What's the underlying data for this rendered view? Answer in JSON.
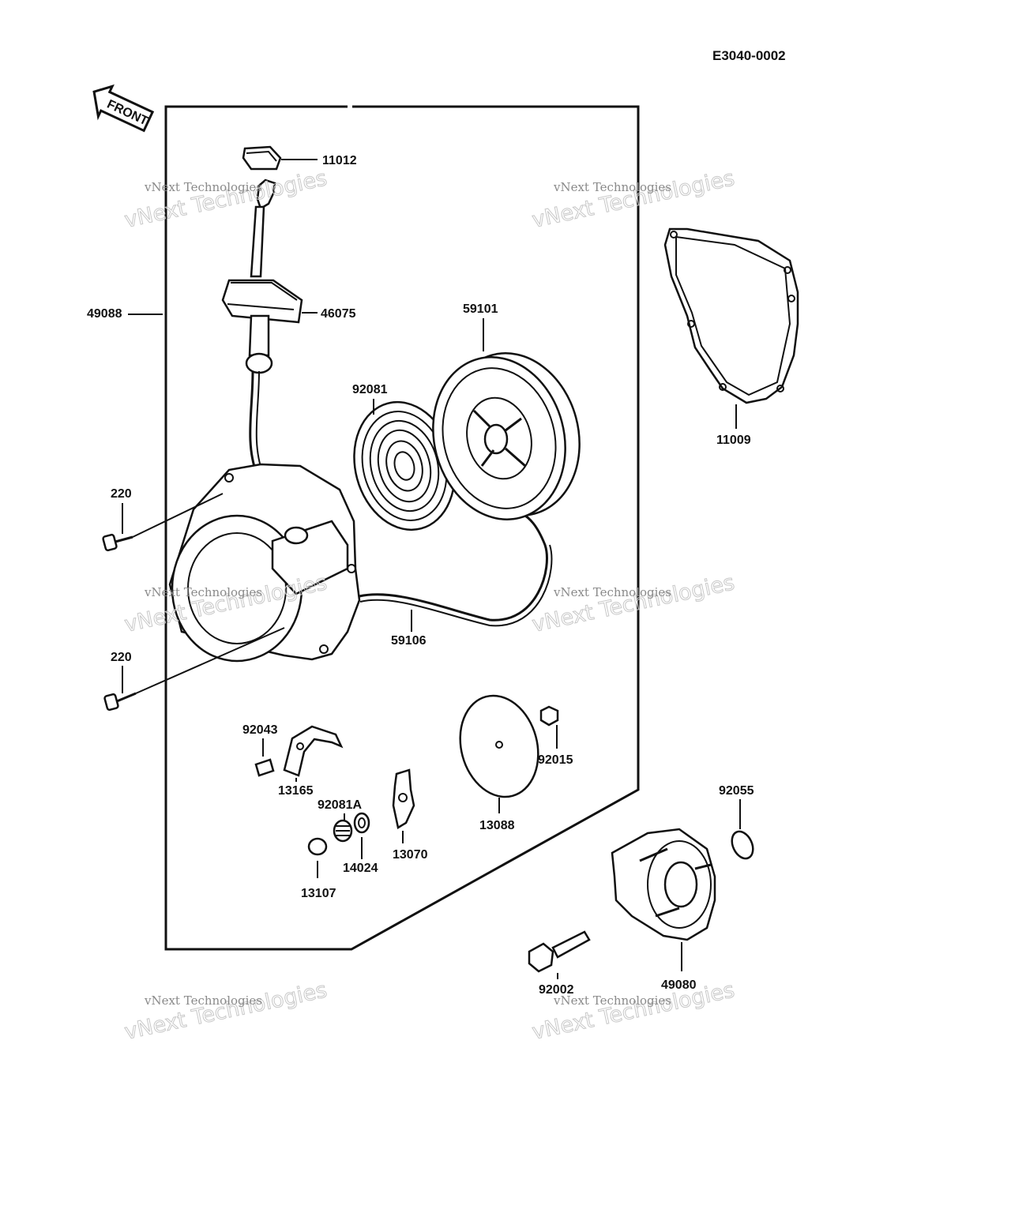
{
  "diagram": {
    "reference_code": "E3040-0002",
    "front_label": "FRONT",
    "watermark": {
      "line1": "vNext Technologies",
      "line2": "vNext Technologies"
    },
    "parts": [
      {
        "id": "p11012",
        "number": "11012"
      },
      {
        "id": "p46075",
        "number": "46075"
      },
      {
        "id": "p49088",
        "number": "49088"
      },
      {
        "id": "p59101",
        "number": "59101"
      },
      {
        "id": "p92081",
        "number": "92081"
      },
      {
        "id": "p11009",
        "number": "11009"
      },
      {
        "id": "p220a",
        "number": "220"
      },
      {
        "id": "p220b",
        "number": "220"
      },
      {
        "id": "p59106",
        "number": "59106"
      },
      {
        "id": "p92043",
        "number": "92043"
      },
      {
        "id": "p13165",
        "number": "13165"
      },
      {
        "id": "p92081A",
        "number": "92081A"
      },
      {
        "id": "p14024",
        "number": "14024"
      },
      {
        "id": "p13107",
        "number": "13107"
      },
      {
        "id": "p13070",
        "number": "13070"
      },
      {
        "id": "p13088",
        "number": "13088"
      },
      {
        "id": "p92015",
        "number": "92015"
      },
      {
        "id": "p92055",
        "number": "92055"
      },
      {
        "id": "p49080",
        "number": "49080"
      },
      {
        "id": "p92002",
        "number": "92002"
      }
    ]
  }
}
